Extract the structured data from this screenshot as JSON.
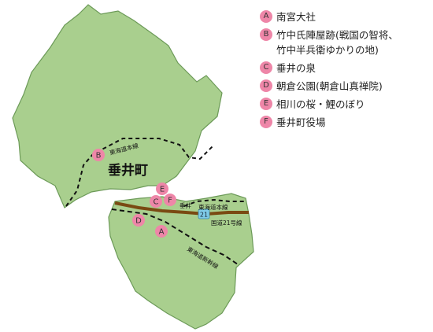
{
  "map": {
    "town_name": "垂井町",
    "labels": {
      "tokaido_line_north": "東海道本線",
      "tokaido_line_center": "東海道本線",
      "national_route_21": "国道21号線",
      "shinkansen": "東海道新幹線",
      "tarui_station": "垂井",
      "route_shield": "21"
    },
    "colors": {
      "land": "#a9cf8e",
      "land_border": "#6c9a58",
      "marker": "#ee86a8",
      "road": "#7a4a12",
      "railway": "#111111",
      "shield": "#7fcbe8"
    }
  },
  "legend": [
    {
      "letter": "A",
      "text": "南宮大社"
    },
    {
      "letter": "B",
      "text": "竹中氏陣屋跡(戦国の智将、\n竹中半兵衛ゆかりの地)"
    },
    {
      "letter": "C",
      "text": "垂井の泉"
    },
    {
      "letter": "D",
      "text": "朝倉公園(朝倉山真禅院)"
    },
    {
      "letter": "E",
      "text": "相川の桜・鯉のぼり"
    },
    {
      "letter": "F",
      "text": "垂井町役場"
    }
  ],
  "markers": [
    {
      "letter": "B"
    },
    {
      "letter": "E"
    },
    {
      "letter": "C"
    },
    {
      "letter": "F"
    },
    {
      "letter": "D"
    },
    {
      "letter": "A"
    }
  ]
}
